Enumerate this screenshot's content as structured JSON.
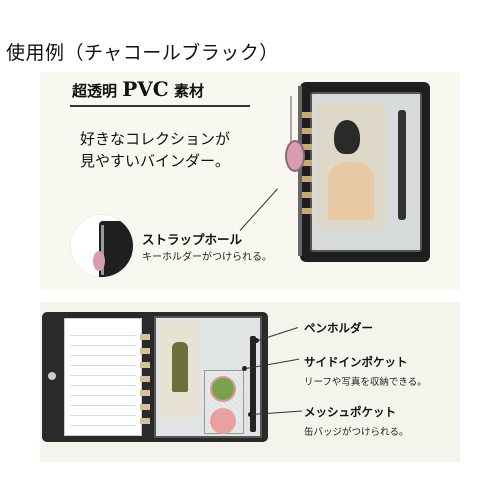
{
  "header": {
    "title": "使用例（チャコールブラック）"
  },
  "feature": {
    "label_prefix": "超透明",
    "label_big": "PVC",
    "label_suffix": "素材",
    "lead_line1": "好きなコレクションが",
    "lead_line2": "見やすいバインダー。"
  },
  "strap": {
    "title": "ストラップホール",
    "desc": "キーホルダーがつけられる。"
  },
  "callouts": [
    {
      "title": "ペンホルダー",
      "desc": ""
    },
    {
      "title": "サイドインポケット",
      "desc": "リーフや写真を収納できる。"
    },
    {
      "title": "メッシュポケット",
      "desc": "缶バッジがつけられる。"
    }
  ],
  "colors": {
    "binder": "#1e1e1e",
    "background": "#f8f7f0",
    "charm": "#d89bb0"
  }
}
